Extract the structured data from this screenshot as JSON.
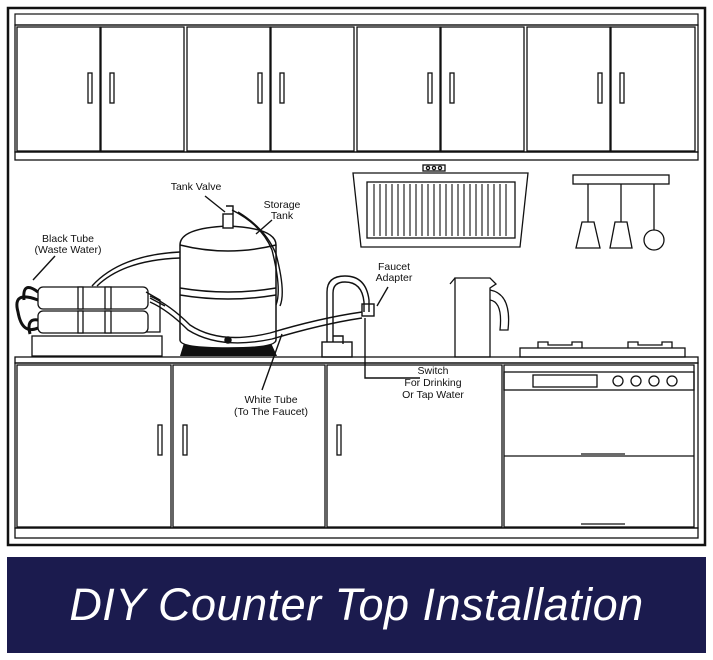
{
  "colors": {
    "line": "#111111",
    "banner_bg": "#1b1b4e",
    "banner_text": "#ffffff",
    "background": "#ffffff"
  },
  "labels": {
    "tank_valve": "Tank Valve",
    "storage_tank": [
      "Storage",
      "Tank"
    ],
    "black_tube": [
      "Black Tube",
      "(Waste Water)"
    ],
    "faucet_adapter": [
      "Faucet",
      "Adapter"
    ],
    "white_tube": [
      "White Tube",
      "(To The Faucet)"
    ],
    "switch": [
      "Switch",
      "For Drinking",
      "Or Tap Water"
    ]
  },
  "banner": {
    "title": "DIY Counter Top Installation"
  }
}
